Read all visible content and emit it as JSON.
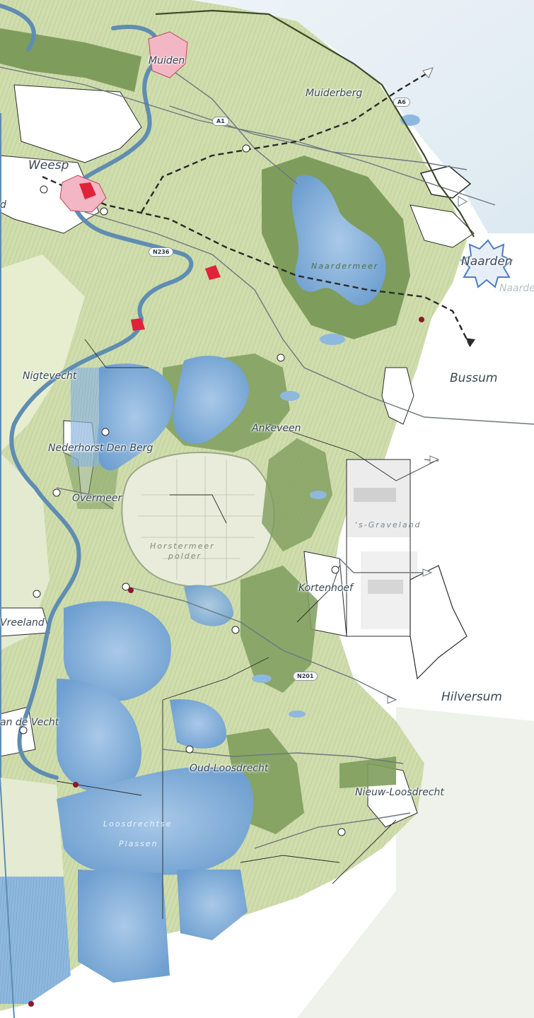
{
  "places": {
    "muiden": "Muiden",
    "muiderberg": "Muiderberg",
    "weesp": "Weesp",
    "naarden": "Naarden",
    "naarden_faded": "Naarde",
    "bussum": "Bussum",
    "nigtevecht": "Nigtevecht",
    "ankeveen": "Ankeveen",
    "nederhorst": "Nederhorst Den Berg",
    "overmeer": "Overmeer",
    "graveland": "'s-Graveland",
    "horstermeer_1": "Horstermeer",
    "horstermeer_2": "polder",
    "kortenhoef": "Kortenhoef",
    "vreeland": "Vreeland",
    "hilversum": "Hilversum",
    "loenen": "an de Vecht",
    "oud_loosdrecht": "Oud-Loosdrecht",
    "nieuw_loosdrecht": "Nieuw-Loosdrecht",
    "loosdrechtse_1": "Loosdrechtse",
    "loosdrechtse_2": "Plassen",
    "naardermeer": "Naardermeer",
    "left_edge": "d"
  },
  "roads": {
    "a1": "A1",
    "a6": "A6",
    "n236": "N236",
    "n201": "N201"
  },
  "colors": {
    "land": "#cfdcac",
    "land_pale": "#e6ecd0",
    "forest": "#7e9d5d",
    "water": "#8fb8de",
    "river": "#5f8db2",
    "urban_red": "#e0233a",
    "urban_pink": "#f2b6c4"
  }
}
